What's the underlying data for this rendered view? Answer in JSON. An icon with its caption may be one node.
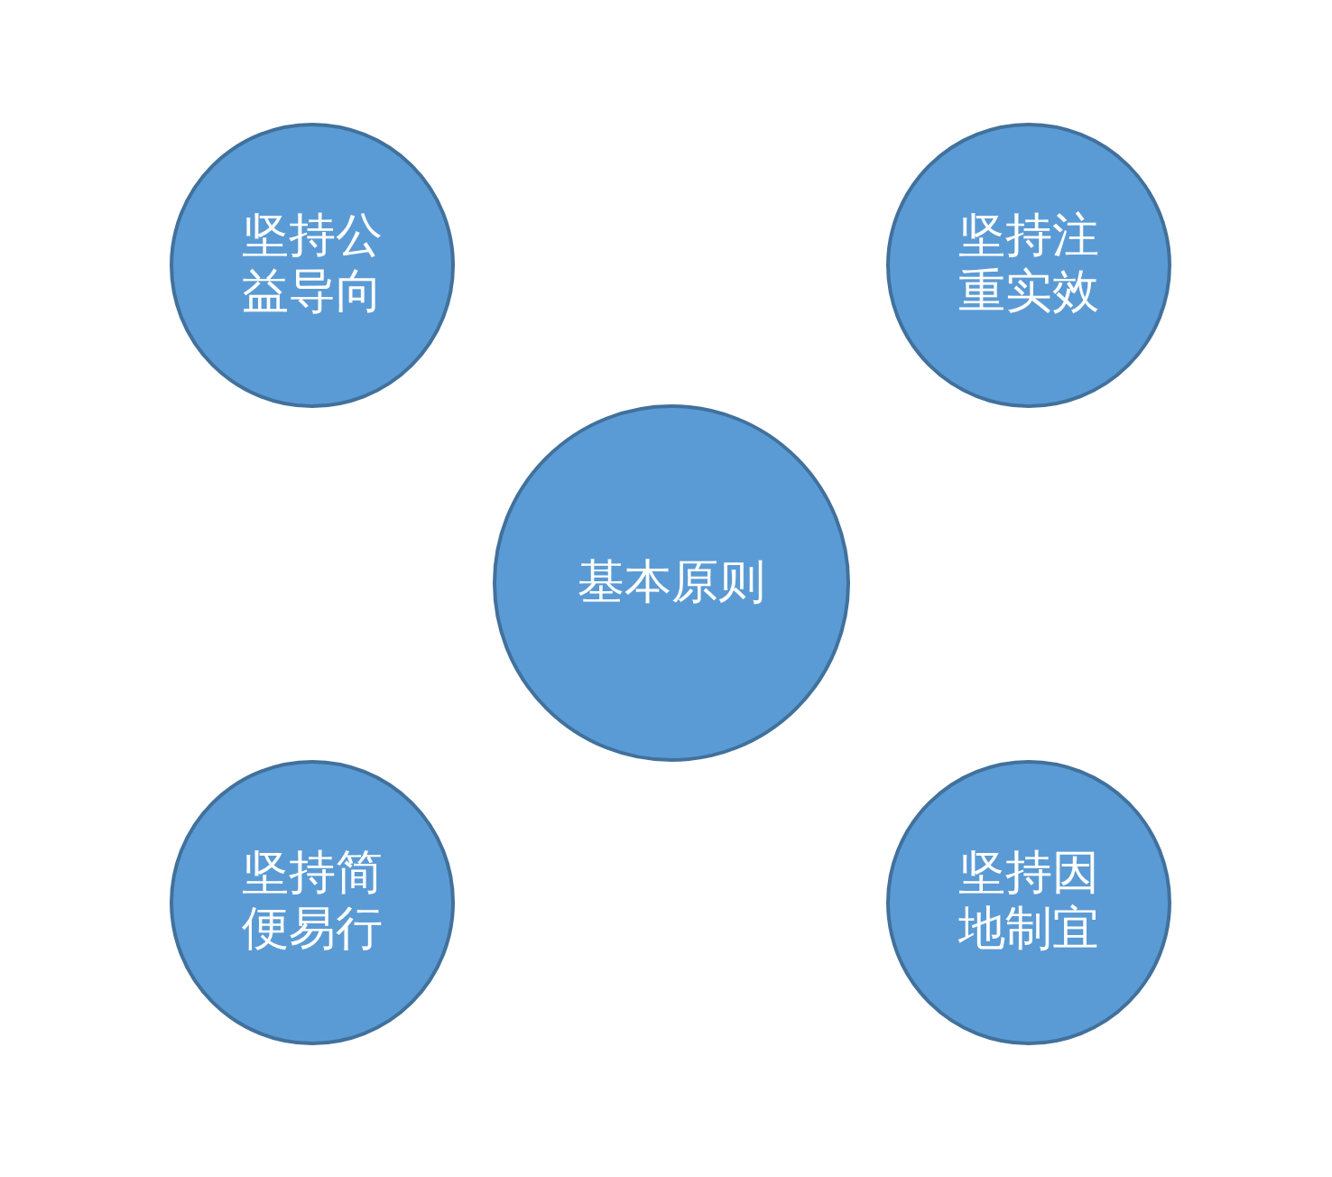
{
  "diagram": {
    "nodes": [
      {
        "text": [
          "坚持公益导向"
        ]
      },
      {
        "text": [
          "坚持注重实效"
        ]
      },
      {
        "text": [
          "基本原则"
        ]
      },
      {
        "text": [
          "坚持简便易行"
        ]
      },
      {
        "text": [
          "坚持因地制宜"
        ]
      }
    ]
  }
}
